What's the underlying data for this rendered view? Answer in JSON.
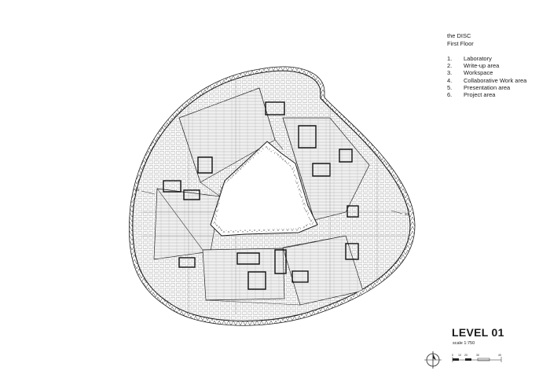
{
  "title": {
    "line1": "the DISC",
    "line2": "First Floor"
  },
  "legend": [
    {
      "num": "1.",
      "label": "Laboratory"
    },
    {
      "num": "2.",
      "label": "Write-up area"
    },
    {
      "num": "3.",
      "label": "Workspace"
    },
    {
      "num": "4.",
      "label": "Collaborative Work area"
    },
    {
      "num": "5.",
      "label": "Presentation area"
    },
    {
      "num": "6.",
      "label": "Project area"
    }
  ],
  "level_label": "LEVEL 01",
  "scale_label": "scale 1:750",
  "section_marks": {
    "left": "S1",
    "right": "S1"
  },
  "scale_bar": {
    "labels": [
      "0",
      "10",
      "20",
      "30",
      "40"
    ]
  },
  "icons": {
    "compass": "north-arrow-icon"
  }
}
